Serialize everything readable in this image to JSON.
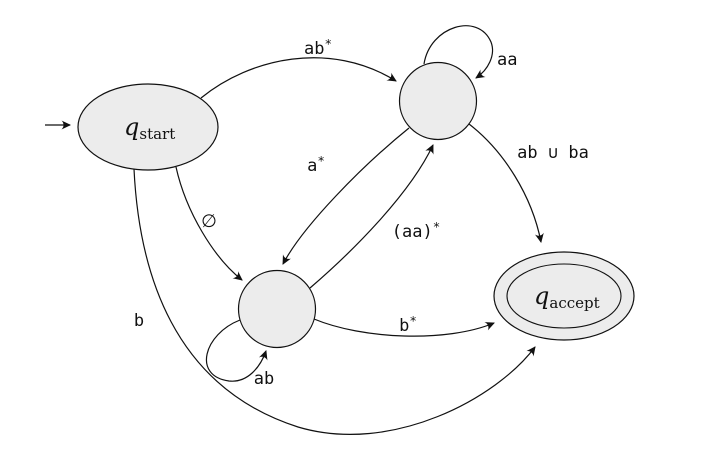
{
  "colors": {
    "background": "#ffffff",
    "stroke": "#111111",
    "state_fill": "#ececec"
  },
  "states": {
    "start": {
      "symbol": "q",
      "subscript": "start"
    },
    "top": {
      "label": ""
    },
    "bottom": {
      "label": ""
    },
    "accept": {
      "symbol": "q",
      "subscript": "accept"
    }
  },
  "transitions": [
    {
      "from": "q_start",
      "to": "state_top",
      "base": "ab",
      "sup": "*"
    },
    {
      "from": "state_top",
      "to": "state_top",
      "base": "aa",
      "sup": ""
    },
    {
      "from": "state_top",
      "to": "q_accept",
      "base": "ab ∪ ba",
      "sup": ""
    },
    {
      "from": "state_top",
      "to": "state_bottom",
      "base": "a",
      "sup": "*"
    },
    {
      "from": "state_bottom",
      "to": "state_top",
      "base": "(aa)",
      "sup": "*"
    },
    {
      "from": "q_start",
      "to": "state_bottom",
      "base": "∅",
      "sup": ""
    },
    {
      "from": "state_bottom",
      "to": "state_bottom",
      "base": "ab",
      "sup": ""
    },
    {
      "from": "state_bottom",
      "to": "q_accept",
      "base": "b",
      "sup": "*"
    },
    {
      "from": "q_start",
      "to": "q_accept",
      "base": "b",
      "sup": ""
    }
  ]
}
